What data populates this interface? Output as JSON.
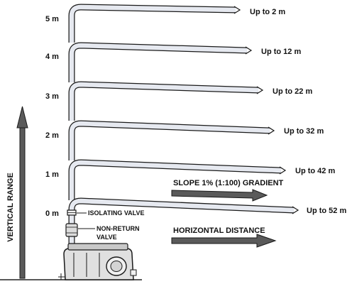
{
  "axis": {
    "vertical_label": "VERTICAL RANGE",
    "horizontal_label": "HORIZONTAL DISTANCE"
  },
  "slope_label": "SLOPE 1% (1:100) GRADIENT",
  "valves": {
    "isolating": "ISOLATING VALVE",
    "non_return_line1": "NON-RETURN",
    "non_return_line2": "VALVE"
  },
  "pipe_runs": [
    {
      "height": "5 m",
      "reach": "Up to 2 m"
    },
    {
      "height": "4 m",
      "reach": "Up to 12 m"
    },
    {
      "height": "3 m",
      "reach": "Up to 22 m"
    },
    {
      "height": "2 m",
      "reach": "Up to 32 m"
    },
    {
      "height": "1 m",
      "reach": "Up to 42 m"
    },
    {
      "height": "0 m",
      "reach": "Up to 52 m"
    }
  ],
  "colors": {
    "pipe_fill": "#e6e9f0",
    "outline": "#1a1a1a",
    "arrow_fill": "#5a5a5a",
    "unit_body": "#e0e0e0"
  }
}
